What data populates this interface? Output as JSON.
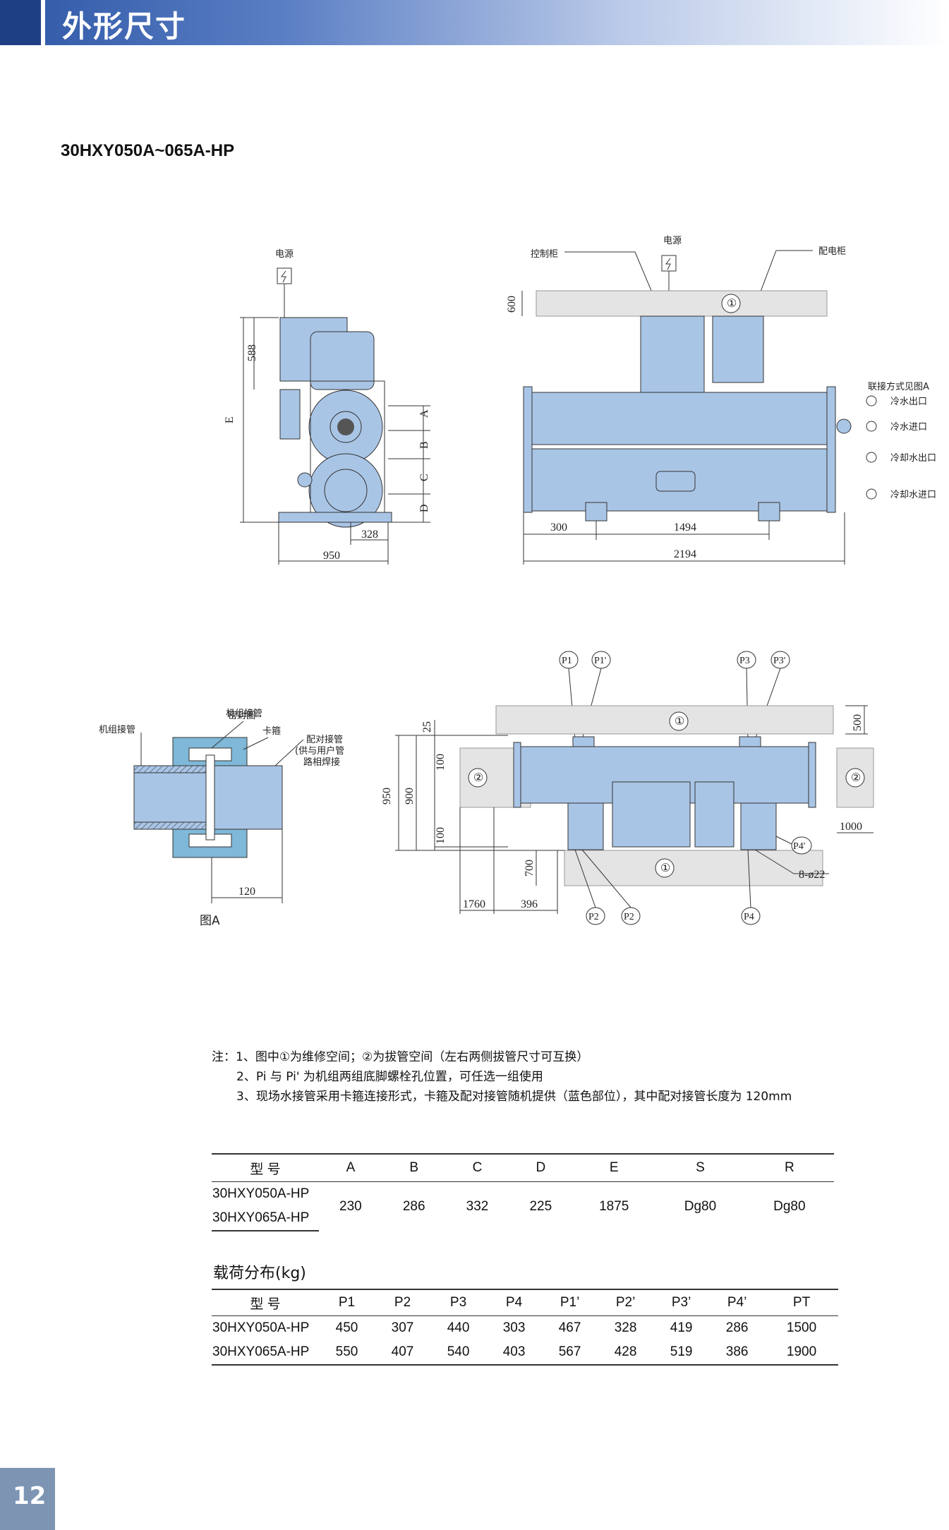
{
  "header": {
    "title": "外形尺寸"
  },
  "model_title": "30HXY050A~065A-HP",
  "drawing": {
    "left_view": {
      "power": "电源",
      "dims": [
        "588",
        "E",
        "A",
        "B",
        "C",
        "D",
        "328",
        "950"
      ]
    },
    "front_view": {
      "labels": {
        "control_cabinet": "控制柜",
        "power": "电源",
        "distribution_cabinet": "配电柜",
        "space1": "①",
        "space_dim": "600"
      },
      "legend": [
        "联接方式见图A",
        "冷水出口",
        "冷水进口",
        "冷却水出口",
        "冷却水进口"
      ],
      "dims": [
        "300",
        "1494",
        "2194"
      ]
    },
    "figure_a": {
      "labels": [
        "机组接管",
        "密封圈",
        "卡箍",
        "配对接管",
        "(供与用户管",
        "路相焊接"
      ],
      "dim": "120",
      "caption": "图A"
    },
    "plan_view": {
      "points_top": [
        "P1",
        "P1'",
        "P3",
        "P3'"
      ],
      "points_bottom": [
        "P2",
        "P2",
        "P4"
      ],
      "point_side": "P4'",
      "space1": "①",
      "space2": "②",
      "dims": [
        "25",
        "500",
        "100",
        "950",
        "900",
        "100",
        "700",
        "1000",
        "1760",
        "396"
      ],
      "bolt": "8-ø22"
    }
  },
  "notes": [
    "注：1、图中①为维修空间；②为拔管空间（左右两侧拔管尺寸可互换）",
    "2、Pi 与 Pi' 为机组两组底脚螺栓孔位置，可任选一组使用",
    "3、现场水接管采用卡箍连接形式，卡箍及配对接管随机提供（蓝色部位），其中配对接管长度为 120mm"
  ],
  "spec_table": {
    "headers": [
      "型 号",
      "A",
      "B",
      "C",
      "D",
      "E",
      "S",
      "R"
    ],
    "models": [
      "30HXY050A-HP",
      "30HXY065A-HP"
    ],
    "values": [
      "230",
      "286",
      "332",
      "225",
      "1875",
      "Dg80",
      "Dg80"
    ]
  },
  "load_table": {
    "title": "载荷分布(kg)",
    "headers": [
      "型 号",
      "P1",
      "P2",
      "P3",
      "P4",
      "P1’",
      "P2’",
      "P3’",
      "P4’",
      "PT"
    ],
    "rows": [
      {
        "model": "30HXY050A-HP",
        "values": [
          "450",
          "307",
          "440",
          "303",
          "467",
          "328",
          "419",
          "286",
          "1500"
        ]
      },
      {
        "model": "30HXY065A-HP",
        "values": [
          "550",
          "407",
          "540",
          "403",
          "567",
          "428",
          "519",
          "386",
          "1900"
        ]
      }
    ]
  },
  "page_number": "12",
  "colors": {
    "header_blue": "#2e57a6",
    "equipment_blue": "#a9c5e6",
    "service_gray": "#e4e4e4",
    "pagenum_bg": "#7d95b3"
  }
}
